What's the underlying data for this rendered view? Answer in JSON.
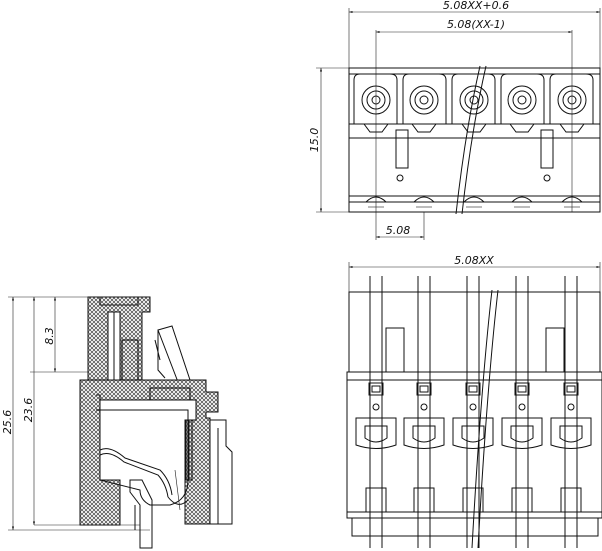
{
  "dimensions": {
    "top_overall": "5.08XX+0.6",
    "top_pitch_total": "5.08(XX-1)",
    "top_height": "15.0",
    "top_pitch": "5.08",
    "front_overall": "5.08XX",
    "side_height_total": "25.6",
    "side_height_body": "23.6",
    "side_height_top": "8.3"
  }
}
